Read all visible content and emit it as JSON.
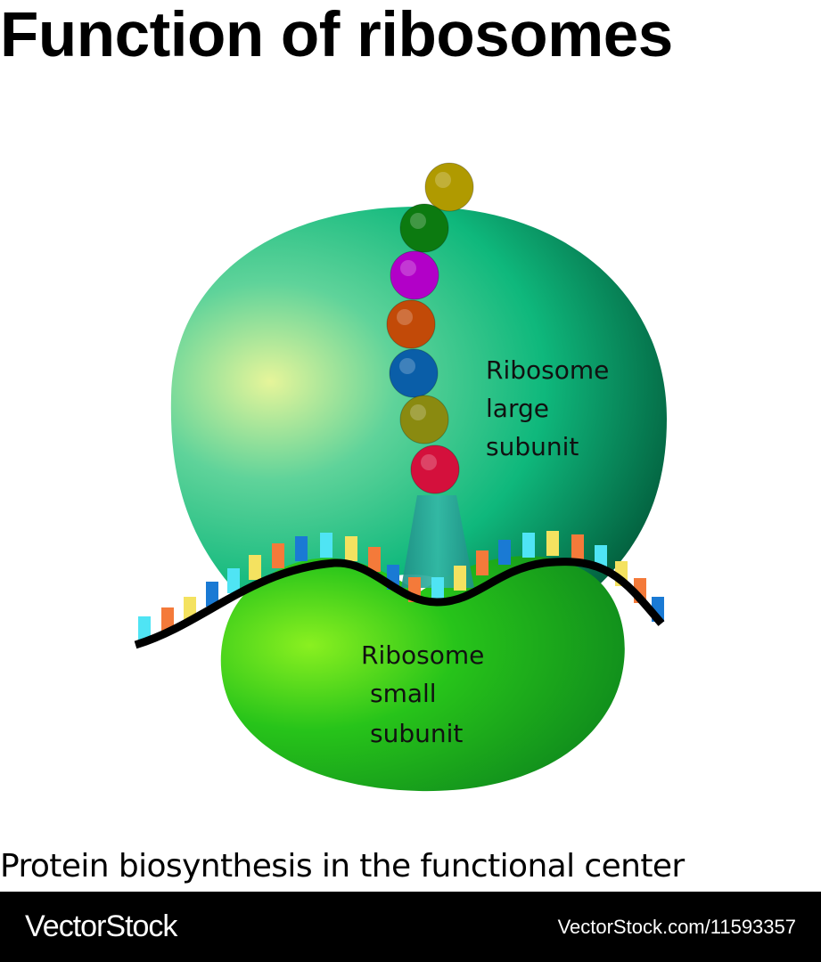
{
  "title": "Function of ribosomes",
  "labels": {
    "large_subunit": [
      "Ribosome",
      "large",
      "subunit"
    ],
    "small_subunit": [
      "Ribosome",
      "small",
      "subunit"
    ]
  },
  "caption": "Protein biosynthesis in the functional center",
  "footer": {
    "brand": "VectorStock",
    "image_ref": "VectorStock.com/11593357"
  },
  "colors": {
    "large_subunit": "#10b37a",
    "small_subunit": "#22b81a",
    "mrna_strand": "#000000",
    "trna": "#2aa99a",
    "amino_acid_chain": [
      "#b09a00",
      "#0c7a10",
      "#b200c8",
      "#c24a08",
      "#0a5ea8",
      "#8a8a10",
      "#d4103c"
    ],
    "nucleotides": [
      "#4fe4f4",
      "#f47a3a",
      "#f4e260",
      "#1a7ad4"
    ]
  }
}
